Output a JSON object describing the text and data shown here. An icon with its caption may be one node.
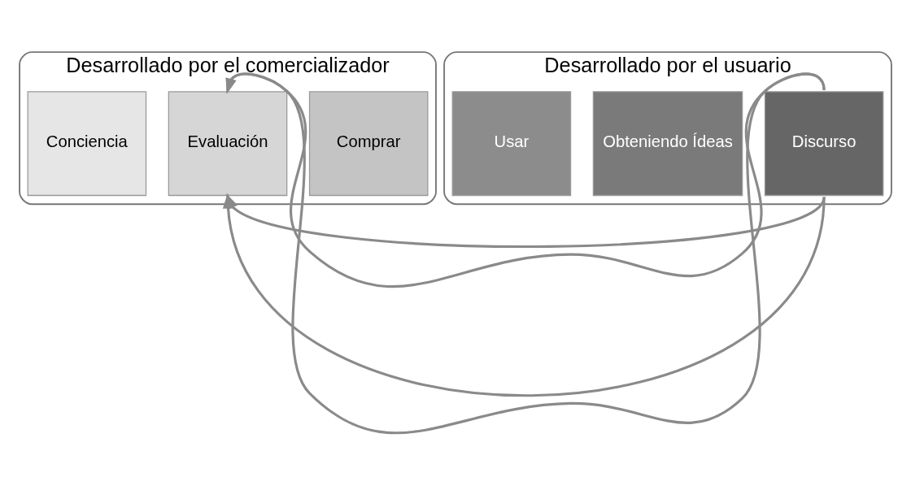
{
  "diagram": {
    "nodes": [
      {
        "text": [
          "Desarrollado por el comercializador"
        ]
      },
      {
        "text": [
          "Conciencia"
        ],
        "in": 0
      },
      {
        "text": [
          "Evaluación"
        ],
        "in": 0
      },
      {
        "text": [
          "Comprar"
        ],
        "in": 0
      },
      {
        "text": [
          "Desarrollado por el usuario"
        ]
      },
      {
        "text": [
          "Usar"
        ],
        "in": 4
      },
      {
        "text": [
          "Obteniendo Ídeas"
        ],
        "in": 4
      },
      {
        "text": [
          "Discurso"
        ],
        "in": 4
      }
    ],
    "edges": [
      {
        "from": 7,
        "to": 2,
        "arrow": "to"
      },
      {
        "from": 7,
        "to": 2,
        "arrow": "to"
      },
      {
        "from": 7,
        "to": 2,
        "arrow": "to"
      },
      {
        "from": 7,
        "to": 2,
        "arrow": "to"
      }
    ]
  }
}
